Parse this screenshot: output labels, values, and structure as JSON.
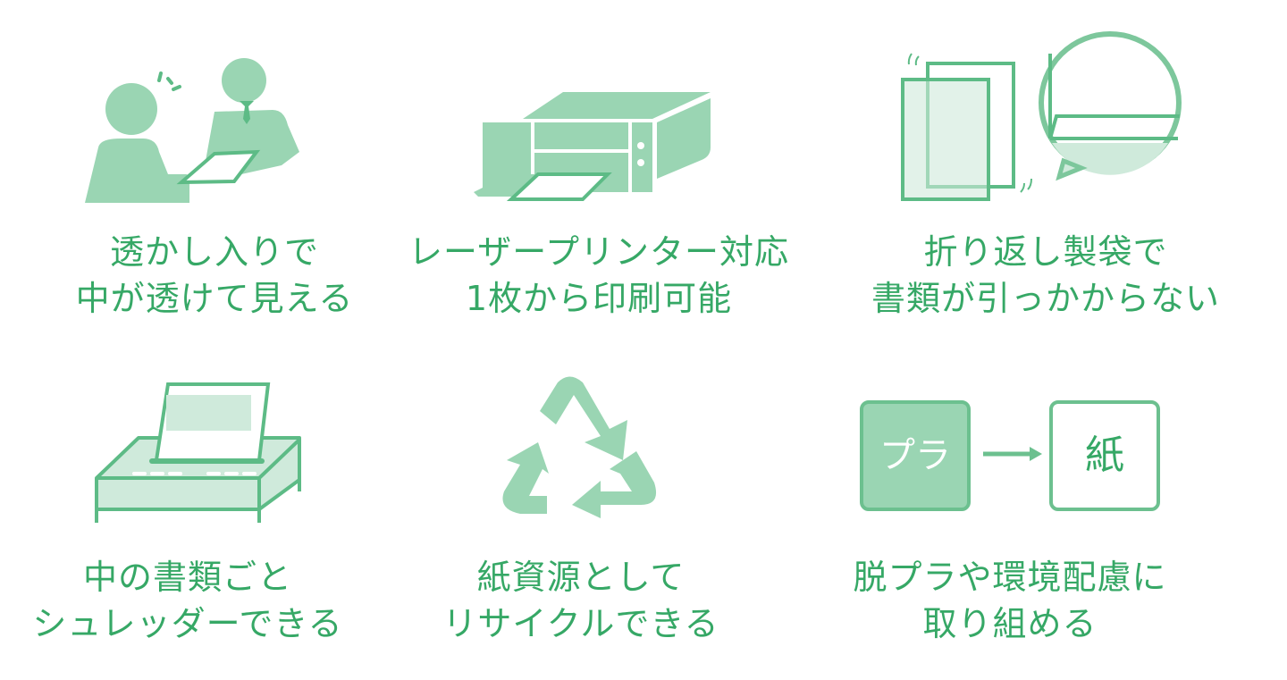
{
  "colors": {
    "text": "#36a866",
    "fill_light": "#9ad5b3",
    "fill_pale": "#cfeadb",
    "stroke": "#5dbb86"
  },
  "features": [
    {
      "icon": "handover-document-icon",
      "line1": "透かし入りで",
      "line2": "中が透けて見える"
    },
    {
      "icon": "laser-printer-icon",
      "line1": "レーザープリンター対応",
      "line2": "1枚から印刷可能"
    },
    {
      "icon": "folded-pocket-folder-icon",
      "line1": "折り返し製袋で",
      "line2": "書類が引っかからない"
    },
    {
      "icon": "shredder-icon",
      "line1": "中の書類ごと",
      "line2": "シュレッダーできる"
    },
    {
      "icon": "recycle-icon",
      "line1": "紙資源として",
      "line2": "リサイクルできる"
    },
    {
      "icon": "plastic-to-paper-icon",
      "line1": "脱プラや環境配慮に",
      "line2": "取り組める",
      "from_label": "プラ",
      "to_label": "紙"
    }
  ]
}
